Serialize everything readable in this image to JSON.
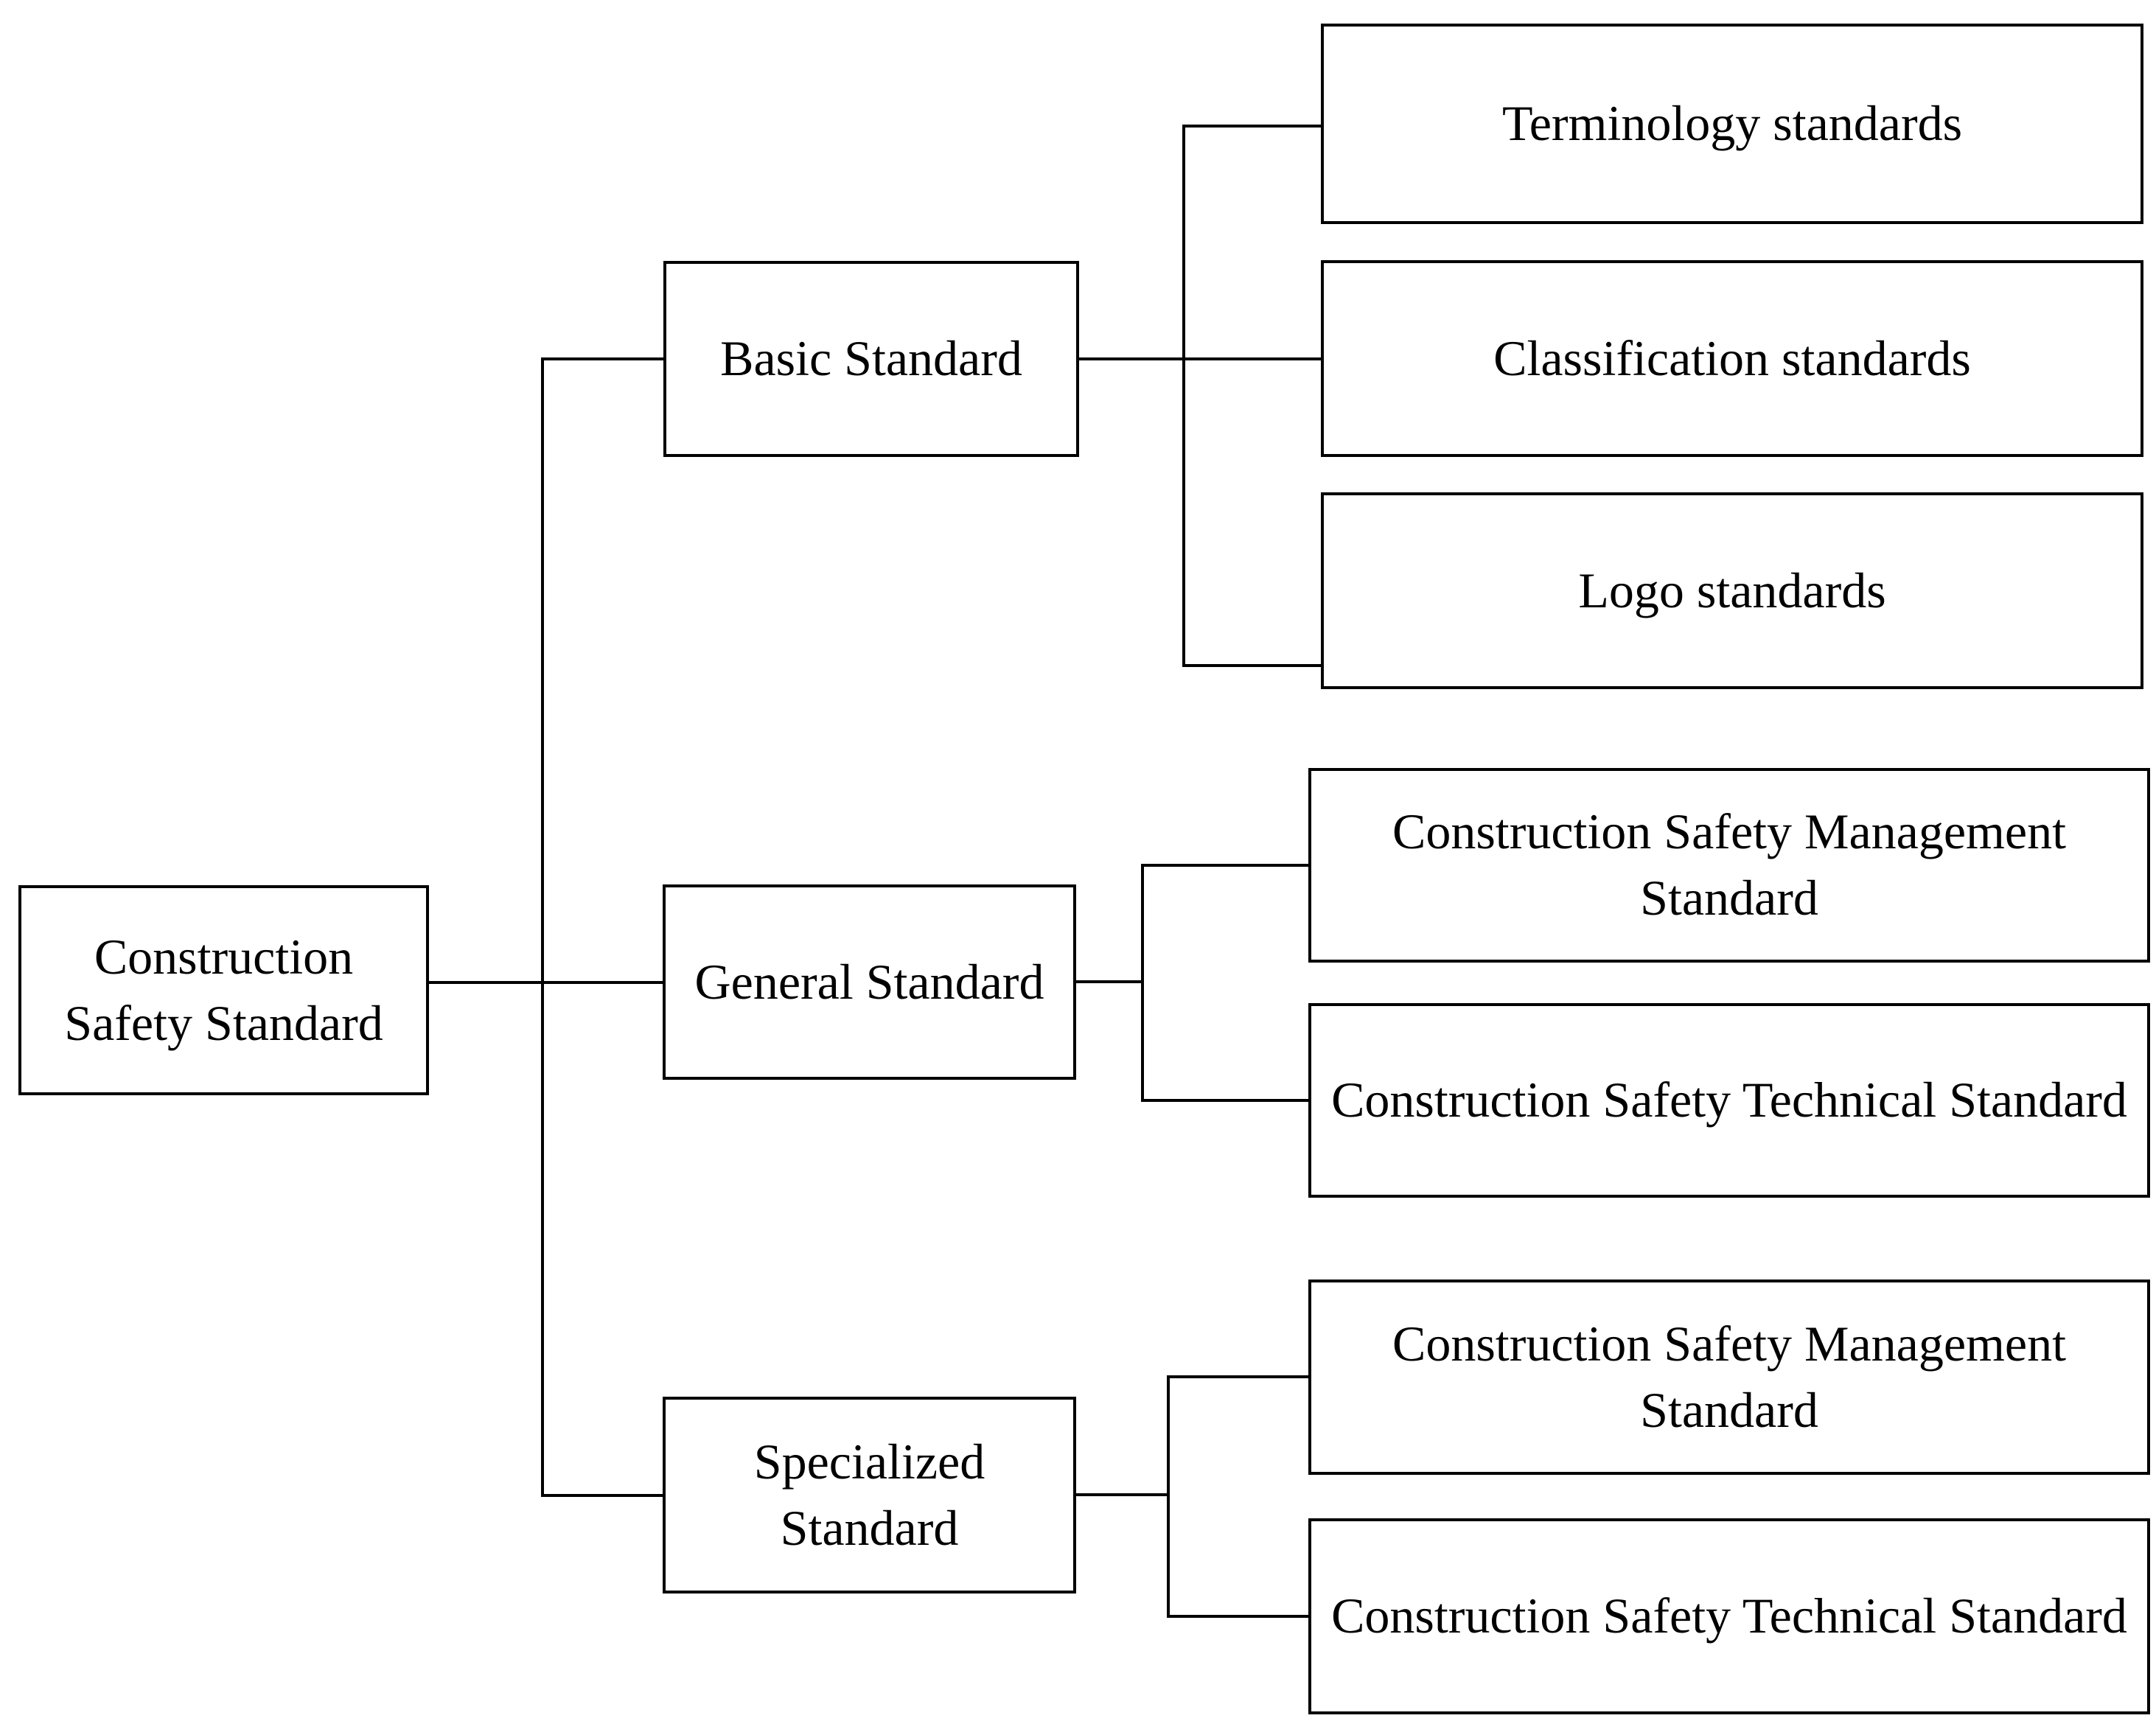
{
  "diagram": {
    "type": "tree",
    "orientation": "left-to-right",
    "root": {
      "label": "Construction Safety Standard"
    },
    "children": [
      {
        "label": "Basic Standard",
        "children": [
          {
            "label": "Terminology standards"
          },
          {
            "label": "Classification standards"
          },
          {
            "label": "Logo standards"
          }
        ]
      },
      {
        "label": "General Standard",
        "children": [
          {
            "label": "Construction Safety Management Standard"
          },
          {
            "label": "Construction Safety Technical Standard"
          }
        ]
      },
      {
        "label": "Specialized Standard",
        "children": [
          {
            "label": "Construction Safety Management Standard"
          },
          {
            "label": "Construction Safety Technical Standard"
          }
        ]
      }
    ],
    "colors": {
      "line": "#000000",
      "text": "#000000",
      "background": "#ffffff"
    }
  }
}
